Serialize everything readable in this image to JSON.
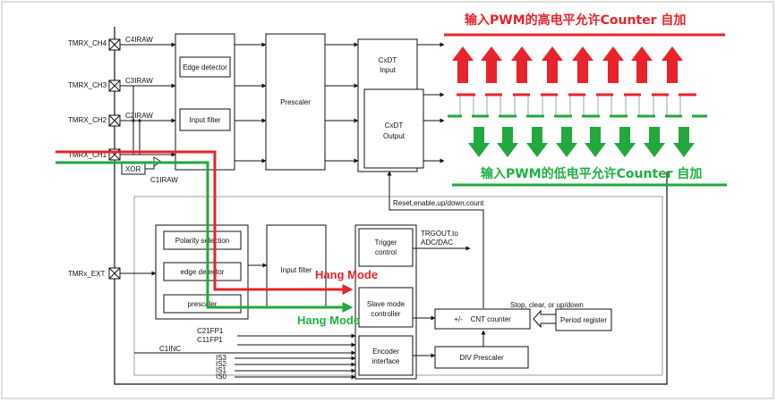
{
  "pins": {
    "ch4": "TMRX_CH4",
    "ch3": "TMRX_CH3",
    "ch2": "TMRX_CH2",
    "ch1": "TMRX_CH1",
    "ext": "TMRx_EXT"
  },
  "signals": {
    "c4iraw": "C4IRAW",
    "c3iraw": "C3IRAW",
    "c2iraw": "C2IRAW",
    "c1iraw": "C1IRAW",
    "c21fp1": "C21FP1",
    "c11fp1": "C11FP1",
    "c1inc": "C1INC",
    "is3": "IS3",
    "is2": "IS2",
    "is1": "IS1",
    "is0": "IS0"
  },
  "blocks": {
    "xor": "XOR",
    "edge_detector": "Edge detector",
    "input_filter": "Input filter",
    "prescaler": "Prescaler",
    "cxdt_input_l1": "CxDT",
    "cxdt_input_l2": "Input",
    "cxdt_output_l1": "CxDT",
    "cxdt_output_l2": "Output",
    "polarity_selection": "Polarity selection",
    "edge_detector_lower": "edge detector",
    "prescaler_lower": "prescaler",
    "input_filter_lower": "Input filter",
    "trigger_control_l1": "Trigger",
    "trigger_control_l2": "control",
    "slave_mode_l1": "Slave mode",
    "slave_mode_l2": "controller",
    "encoder_l1": "Encoder",
    "encoder_l2": "interface",
    "cnt_counter": "+/-    CNT counter",
    "period_register": "Period register",
    "div_prescaler": "DIV Prescaler"
  },
  "labels": {
    "reset_line": "Reset,enable,up/down,count",
    "trgout_l1": "TRGOUT,to",
    "trgout_l2": "ADC/DAC",
    "stop_clear": "Stop, clear, or up/down"
  },
  "annotations": {
    "high_level": "输入PWM的高电平允许Counter 自加",
    "low_level": "输入PWM的低电平允许Counter 自加",
    "hang_mode_red": "Hang Mode",
    "hang_mode_green": "Hang Mode"
  },
  "colors": {
    "red": "#e8232a",
    "green": "#22a83c",
    "green_text": "#1fb040"
  }
}
